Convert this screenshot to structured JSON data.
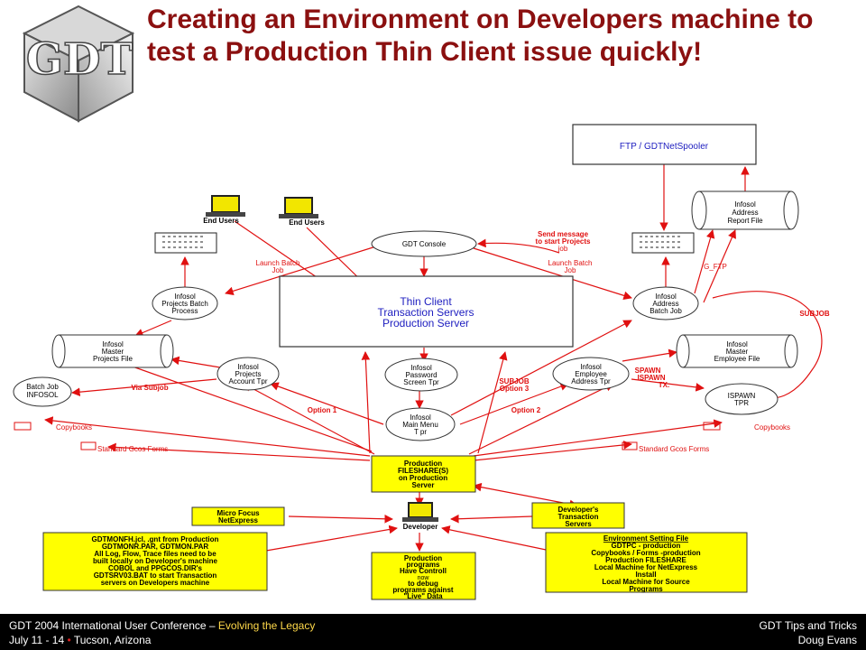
{
  "title": "Creating an Environment on Developers machine to test a Production Thin Client issue quickly!",
  "logo": {
    "text": "GDT",
    "icon": "gdt-cube-logo"
  },
  "diagram": {
    "ftp": "FTP / GDTNetSpooler",
    "thin_client": [
      "Thin Client",
      "Transaction Servers",
      "Production Server"
    ],
    "gdt_console": "GDT Console",
    "end_users_left": "End Users",
    "end_users_right": "End Users",
    "send_message": [
      "Send message",
      "to start Projects",
      "job"
    ],
    "launch_batch_left": [
      "Launch Batch",
      "Job"
    ],
    "launch_batch_right": [
      "Launch Batch",
      "Job"
    ],
    "projects_batch": [
      "Infosol",
      "Projects Batch",
      "Process"
    ],
    "address_batch": [
      "Infosol",
      "Address",
      "Batch Job"
    ],
    "address_report": [
      "Infosol",
      "Address",
      "Report File"
    ],
    "g_ftp": "G_FTP",
    "subjob_right": "SUBJOB",
    "projects_master": [
      "Infosol",
      "Master",
      "Projects File"
    ],
    "employee_master": [
      "Infosol",
      "Master",
      "Employee File"
    ],
    "projects_account": [
      "Infosol",
      "Projects",
      "Account Tpr"
    ],
    "password_screen": [
      "Infosol",
      "Password",
      "Screen Tpr"
    ],
    "employee_address": [
      "Infosol",
      "Employee",
      "Address Tpr"
    ],
    "spawn": [
      "SPAWN",
      "ISPAWN",
      "TX."
    ],
    "ispawn_tpr": [
      "ISPAWN",
      "TPR"
    ],
    "subjob_option3": [
      "SUBJOB",
      "Option 3"
    ],
    "batch_job": [
      "Batch Job",
      "INFOSOL"
    ],
    "via_subjob": "Via Subjob",
    "option1": "Option 1",
    "option2": "Option 2",
    "main_menu": [
      "Infosol",
      "Main Menu",
      "T pr"
    ],
    "copybooks_left": "Copybooks",
    "copybooks_right": "Copybooks",
    "std_forms_left": "Standard Gcos Forms",
    "std_forms_right": "Standard Gcos Forms",
    "fileshare": [
      "Production",
      "FILESHARE(S)",
      "on Production",
      "Server"
    ],
    "micro_focus": [
      "Micro Focus",
      "NetExpress"
    ],
    "developer": "Developer",
    "dev_servers": [
      "Developer's",
      "Transaction",
      "Servers"
    ],
    "gdtmonfh": [
      "GDTMONFH.jcl, .gnt from Production",
      "GDTMONR.PAR, GDTMON.PAR",
      "All Log, Flow, Trace files need to be",
      "built locally on Developer's machine",
      "COBOL and PPGCOS.DIR's",
      "GDTSRV03.BAT to start Transaction",
      "servers on Developers machine"
    ],
    "env_setting": [
      "Environment Setting File",
      "GDTPC - production",
      "Copybooks / Forms -production",
      "Production FILESHARE",
      "Local Machine for NetExpress",
      "Install",
      "Local Machine for Source",
      "Programs"
    ],
    "prod_programs": [
      "Production",
      "programs",
      "Have Controll",
      "now",
      "to debug",
      "programs against",
      "\"Live\" Data"
    ]
  },
  "footer": {
    "conference_prefix": "GDT 2004 International User Conference –",
    "conference_highlight": "Evolving the Legacy",
    "dates": "July 11 - 14",
    "separator": "•",
    "location": "Tucson, Arizona",
    "talk": "GDT Tips and Tricks",
    "author": "Doug Evans"
  },
  "colors": {
    "title": "#8b1010",
    "arrow": "#e01010",
    "note_fill": "#ffff00",
    "footer_bg": "#000000",
    "footer_accent": "#ffd94a"
  }
}
